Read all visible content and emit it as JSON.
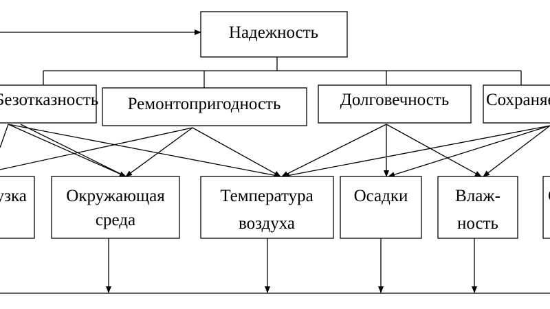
{
  "diagram": {
    "top": "Надежность",
    "properties": {
      "p1": "Безотказность",
      "p2": "Ремонтопригодность",
      "p3": "Долговечность",
      "p4": "Сохраняемость"
    },
    "factors": {
      "f1": "Нагрузка",
      "f2": [
        "Окружающая",
        "среда"
      ],
      "f3": [
        "Температура",
        "воздуха"
      ],
      "f4": "Осадки",
      "f5": [
        "Влаж-",
        "ность"
      ],
      "f6": "С"
    }
  }
}
